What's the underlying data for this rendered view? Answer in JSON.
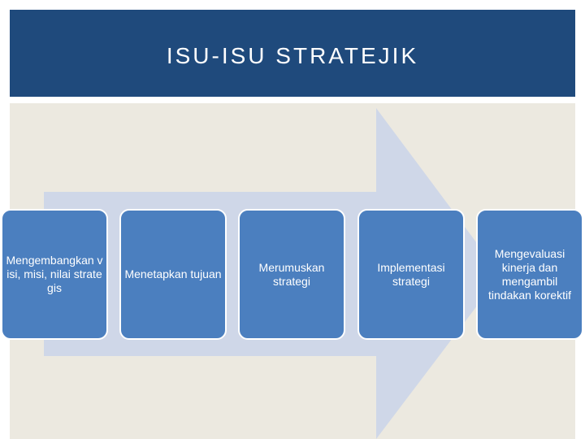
{
  "title": "ISU-ISU STRATEJIK",
  "steps": [
    {
      "label": "Mengembangkan visi, misi, nilai strategis"
    },
    {
      "label": "Menetapkan tujuan"
    },
    {
      "label": "Merumuskan strategi"
    },
    {
      "label": "Implementasi strategi"
    },
    {
      "label": "Mengevaluasi kinerja dan mengambil tindakan korektif"
    }
  ],
  "colors": {
    "title_band": "#1f4a7c",
    "panel": "#ece9e0",
    "arrow": "#cfd7e8",
    "box": "#4b7fbf",
    "text": "#ffffff"
  }
}
